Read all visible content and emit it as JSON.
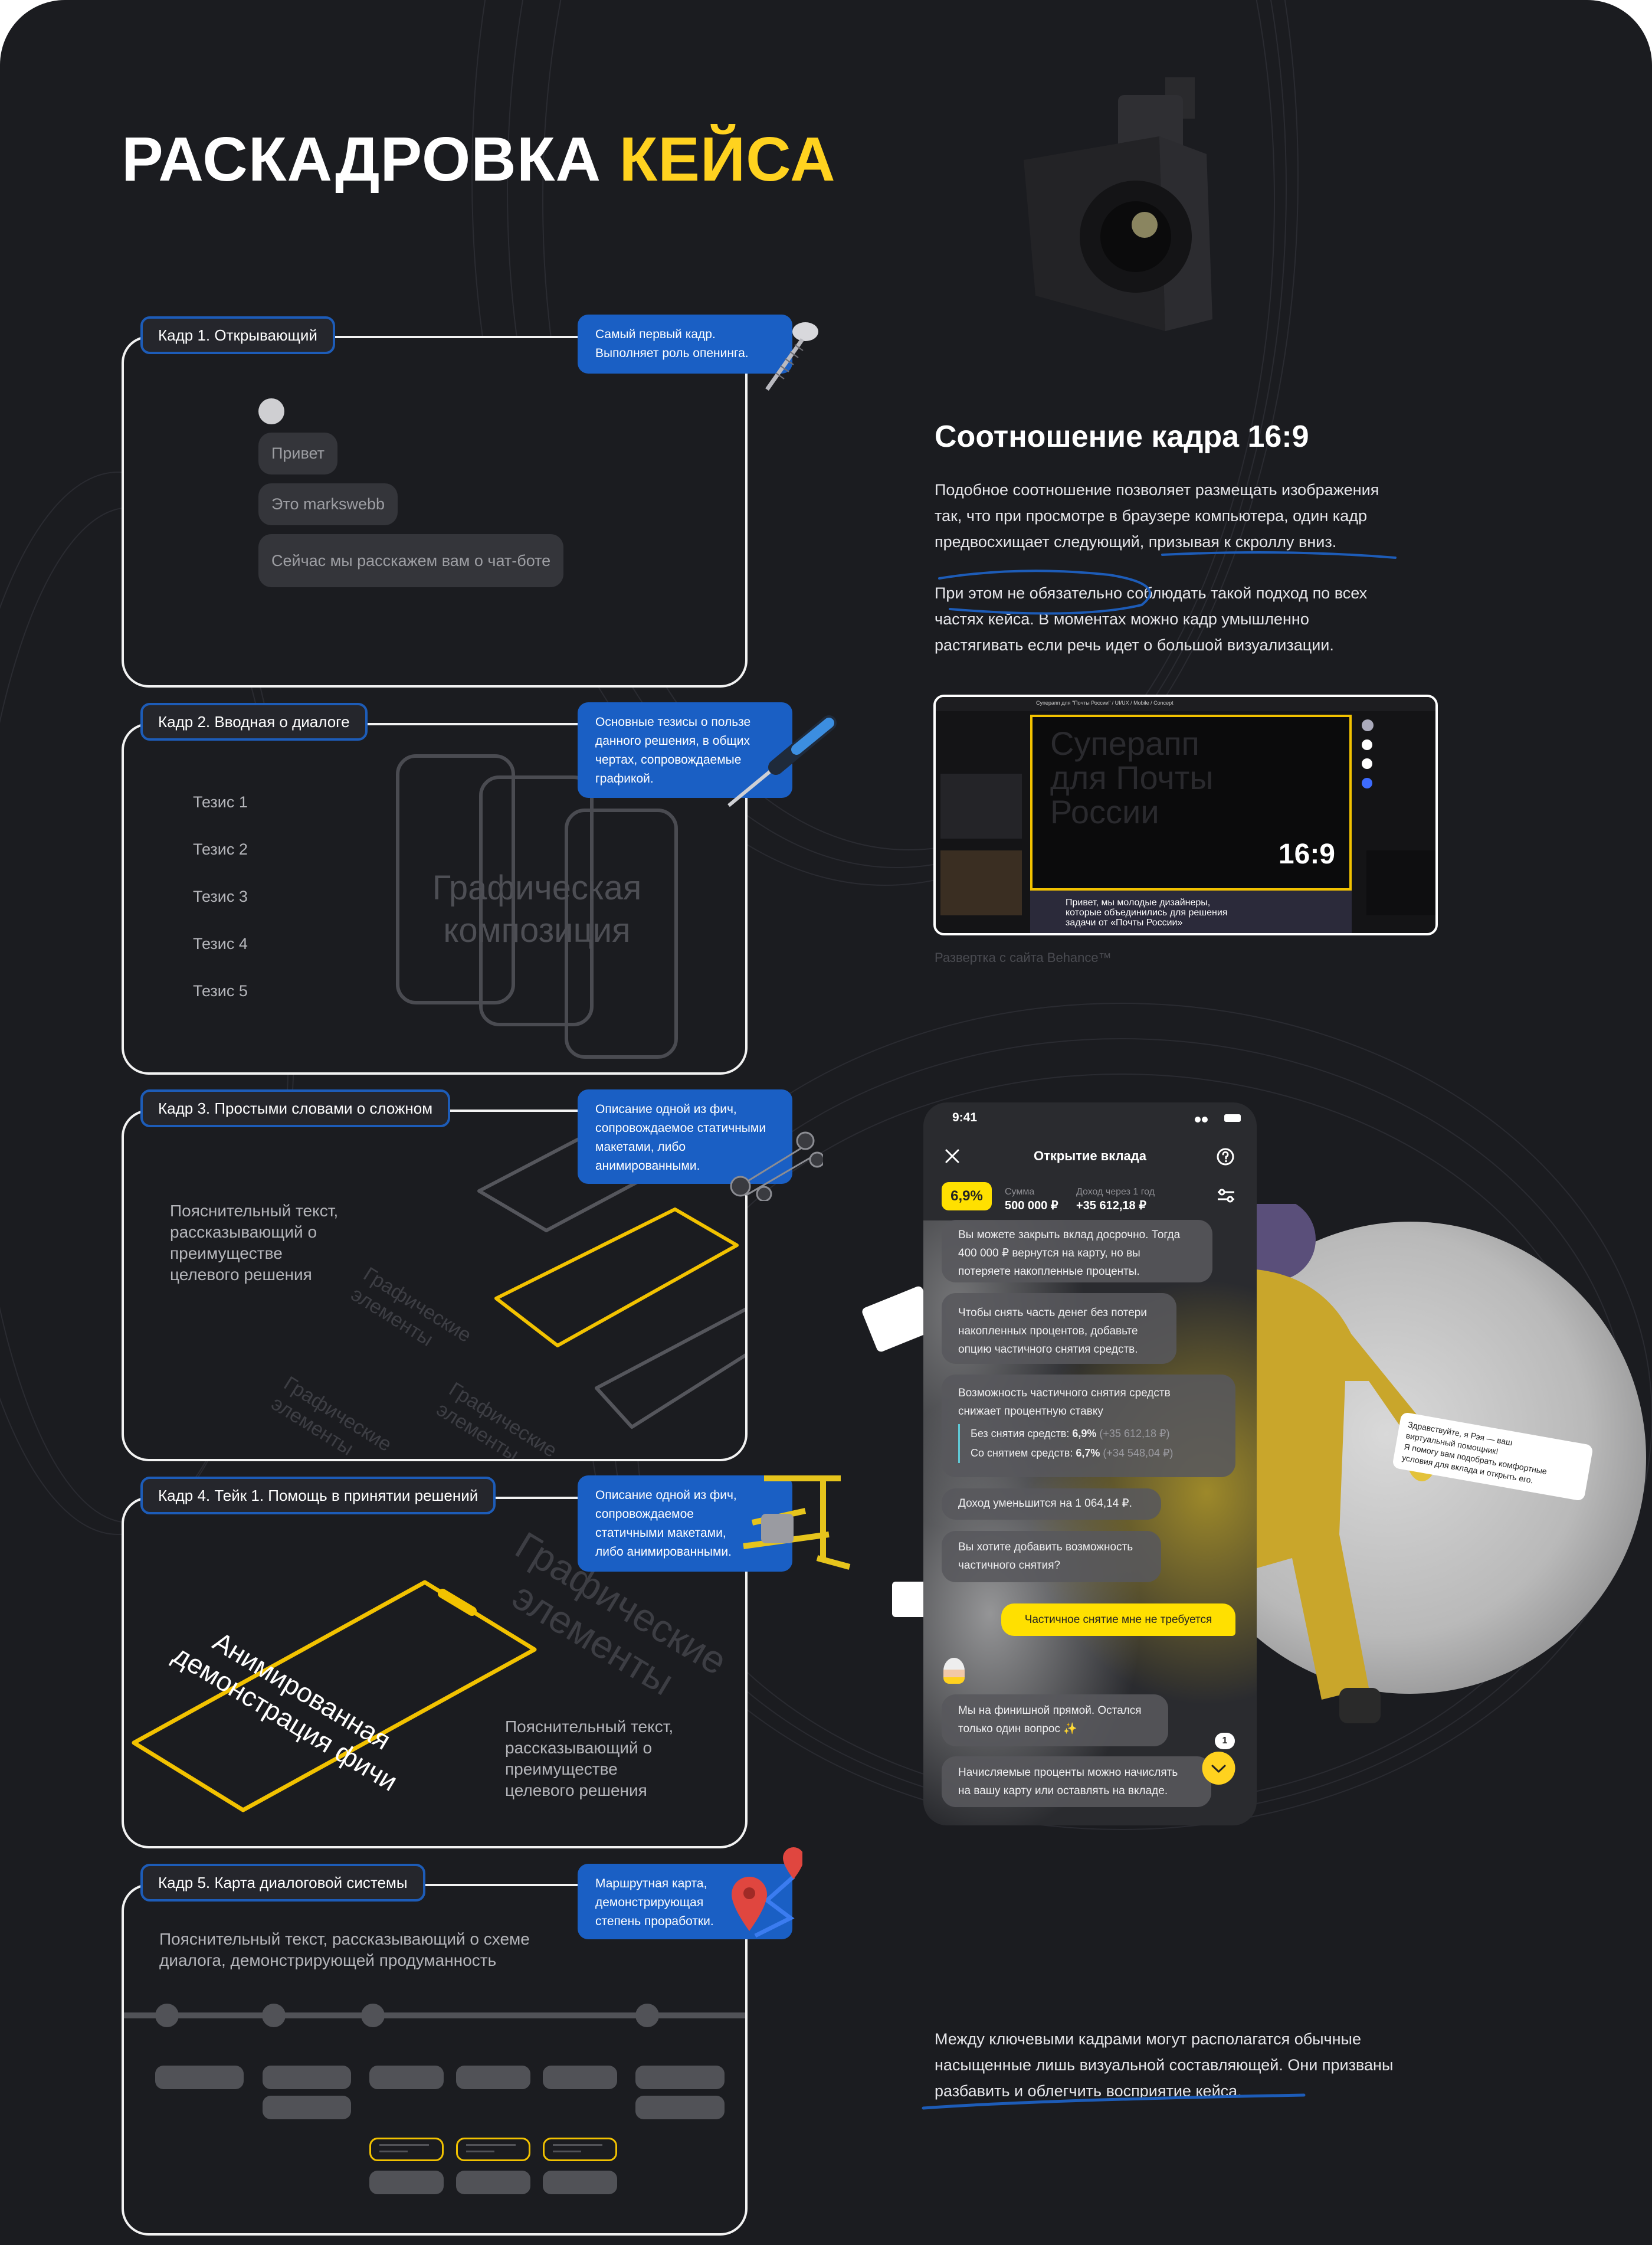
{
  "title": {
    "main": "РАСКАДРОВКА",
    "accent": "КЕЙСА"
  },
  "frames": [
    {
      "label": "Кадр 1. Открывающий",
      "callout": [
        "Самый первый кадр.",
        "Выполняет роль опенинга."
      ],
      "bubbles": [
        "Привет",
        "Это markswebb",
        "Сейчас мы расскажем вам о чат-боте"
      ]
    },
    {
      "label": "Кадр 2. Вводная о диалоге",
      "callout": [
        "Основные тезисы о пользе",
        "данного решения, в общих",
        "чертах, сопровождаемые",
        "графикой."
      ],
      "theses": [
        "Тезис 1",
        "Тезис 2",
        "Тезис 3",
        "Тезис 4",
        "Тезис 5"
      ],
      "graphic": [
        "Графическая",
        "композиция"
      ]
    },
    {
      "label": "Кадр 3. Простыми словами о сложном",
      "callout": [
        "Описание одной из фич,",
        "сопровождаемое статичными",
        "макетами, либо",
        "анимированными."
      ],
      "explain": [
        "Пояснительный текст,",
        "рассказывающий о",
        "преимуществе",
        "целевого решения"
      ],
      "ghost": [
        "Графические",
        "элементы"
      ]
    },
    {
      "label": "Кадр 4. Тейк 1. Помощь в принятии решений",
      "callout": [
        "Описание одной из фич,",
        "сопровождаемое",
        "статичными макетами,",
        "либо анимированными."
      ],
      "animated": [
        "Анимированная",
        "демонстрация фичи"
      ],
      "explain": [
        "Пояснительный текст,",
        "рассказывающий о",
        "преимуществе",
        "целевого решения"
      ],
      "ghost": [
        "Графические",
        "элементы"
      ]
    },
    {
      "label": "Кадр 5. Карта диалоговой системы",
      "callout": [
        "Маршрутная карта,",
        "демонстрирующая",
        "степень проработки."
      ],
      "explain": [
        "Пояснительный текст, рассказывающий о схеме",
        "диалога, демонстрирующей продуманность"
      ]
    }
  ],
  "aspect": {
    "heading": "Соотношение кадра 16:9",
    "p1": [
      "Подобное соотношение позволяет размещать изображения",
      "так, что при просмотре в браузере компьютера, один кадр",
      "предвосхищает следующий, призывая к скроллу вниз."
    ],
    "p2": [
      "При этом не обязательно соблюдать такой подход по всех",
      "частях кейса. В моментах можно кадр умышленно",
      "растягивать если речь идет о большой визуализации."
    ],
    "screenshot": {
      "ratio": "16:9",
      "bg_title": [
        "Суперапп",
        "для Почты",
        "России"
      ],
      "caption_lines": [
        "Привет, мы молодые дизайнеры,",
        "которые объединились для решения",
        "задачи от «Почты России»"
      ],
      "header": "Суперапп для \"Почты России\" / UI/UX / Mobile / Concept"
    },
    "caption": "Развертка с сайта Behance™"
  },
  "phone": {
    "time": "9:41",
    "title": "Открытие вклада",
    "rate": "6,9%",
    "sum_label": "Сумма",
    "sum_value": "500 000 ₽",
    "income_label": "Доход через 1 год",
    "income_value": "+35 612,18 ₽",
    "m1": [
      "Вы можете закрыть вклад досрочно. Тогда",
      "400 000 ₽ вернутся на карту, но вы",
      "потеряете накопленные проценты."
    ],
    "m2": [
      "Чтобы снять часть денег без потери",
      "накопленных процентов, добавьте",
      "опцию частичного снятия средств."
    ],
    "m3": [
      "Возможность частичного снятия средств",
      "снижает процентную ставку"
    ],
    "m3_rows": [
      {
        "label": "Без снятия средств:",
        "rate": "6,9%",
        "amount": "(+35 612,18 ₽)"
      },
      {
        "label": "Со снятием средств:",
        "rate": "6,7%",
        "amount": "(+34 548,04 ₽)"
      }
    ],
    "m4": "Доход уменьшится на 1 064,14 ₽.",
    "m5": [
      "Вы хотите добавить возможность",
      "частичного снятия?"
    ],
    "reply": "Частичное снятие мне не требуется",
    "m6": [
      "Мы на финишной прямой. Остался",
      "только один вопрос ✨"
    ],
    "m7": [
      "Начисляемые проценты можно начислять",
      "на вашу карту или оставлять на вкладе."
    ],
    "unread": "1",
    "float_card": [
      "Здравствуйте, я Рэя — ваш",
      "виртуальный помощник!",
      "Я помогу вам подобрать комфортные",
      "условия для вклада и открыть его."
    ]
  },
  "bottom_note": [
    "Между ключевыми кадрами могут располагатся обычные",
    "насыщенные лишь визуальной составляющей. Они призваны",
    "разбавить и облегчить восприятие кейса."
  ],
  "colors": {
    "accent": "#ffd21f",
    "callout": "#1a5fc4",
    "annotation": "#1d5cb8"
  }
}
